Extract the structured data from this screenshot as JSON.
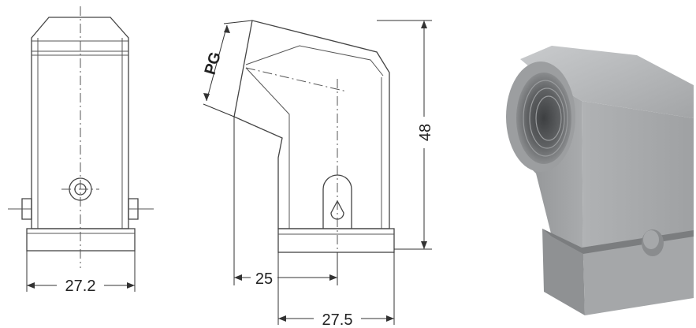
{
  "drawing": {
    "labels": {
      "front_width": "27.2",
      "side_depth": "25",
      "side_base": "27.5",
      "height": "48",
      "thread": "PG"
    }
  },
  "colors": {
    "line": "#444444",
    "housing_light": "#b4b6b8",
    "housing_mid": "#9a9c9e",
    "housing_dark": "#6f7173"
  }
}
